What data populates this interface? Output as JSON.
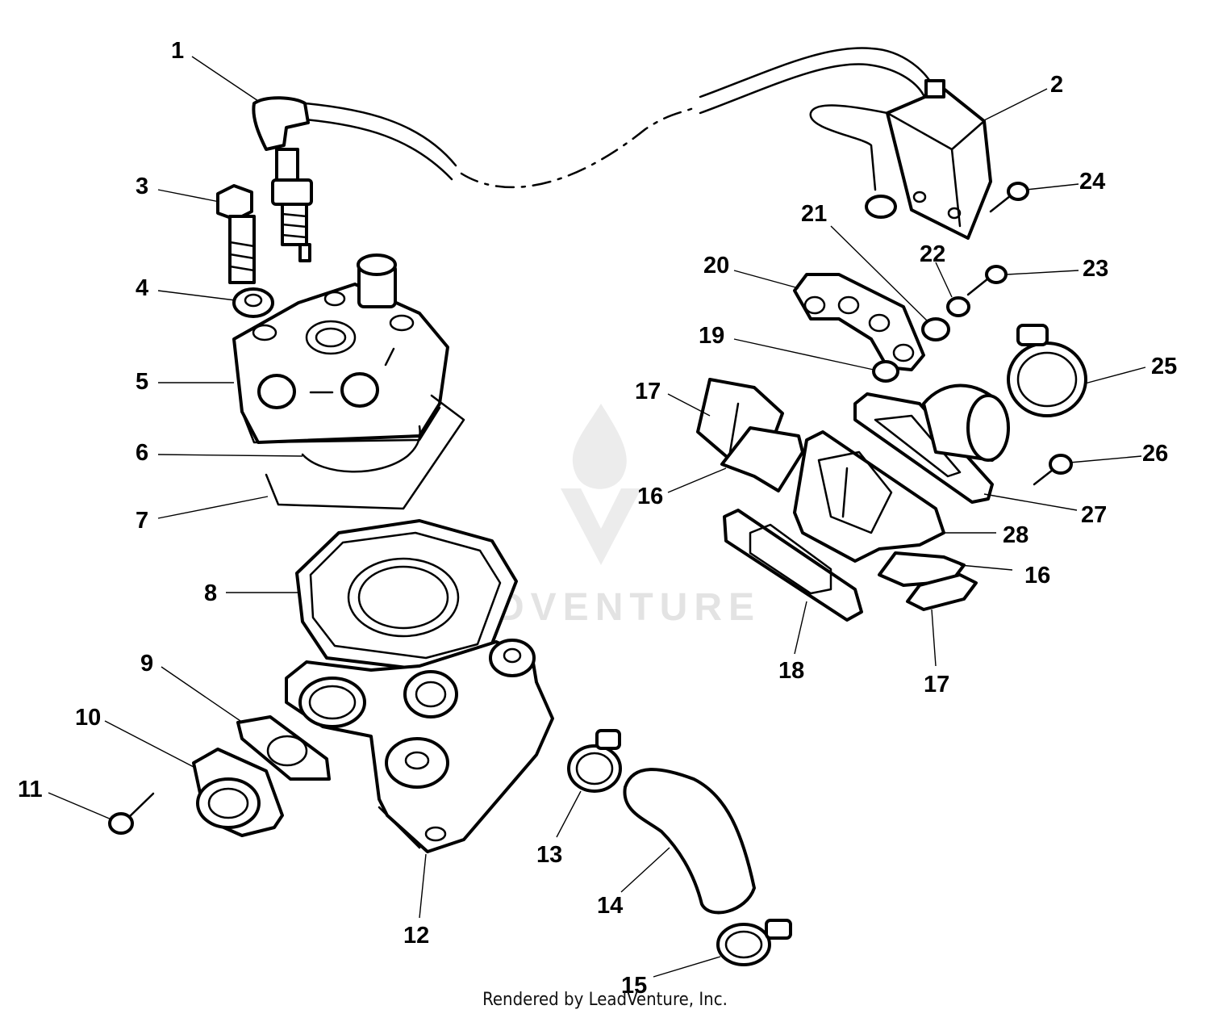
{
  "watermark": {
    "text": "LEADVENTURE"
  },
  "credit": "Rendered by LeadVenture, Inc.",
  "callouts": [
    {
      "id": "c1",
      "label": "1"
    },
    {
      "id": "c2",
      "label": "2"
    },
    {
      "id": "c3",
      "label": "3"
    },
    {
      "id": "c4",
      "label": "4"
    },
    {
      "id": "c5",
      "label": "5"
    },
    {
      "id": "c6",
      "label": "6"
    },
    {
      "id": "c7",
      "label": "7"
    },
    {
      "id": "c8",
      "label": "8"
    },
    {
      "id": "c9",
      "label": "9"
    },
    {
      "id": "c10",
      "label": "10"
    },
    {
      "id": "c11",
      "label": "11"
    },
    {
      "id": "c12",
      "label": "12"
    },
    {
      "id": "c13",
      "label": "13"
    },
    {
      "id": "c14",
      "label": "14"
    },
    {
      "id": "c15",
      "label": "15"
    },
    {
      "id": "c16a",
      "label": "16"
    },
    {
      "id": "c16b",
      "label": "16"
    },
    {
      "id": "c17a",
      "label": "17"
    },
    {
      "id": "c17b",
      "label": "17"
    },
    {
      "id": "c18",
      "label": "18"
    },
    {
      "id": "c19",
      "label": "19"
    },
    {
      "id": "c20",
      "label": "20"
    },
    {
      "id": "c21",
      "label": "21"
    },
    {
      "id": "c22",
      "label": "22"
    },
    {
      "id": "c23",
      "label": "23"
    },
    {
      "id": "c24",
      "label": "24"
    },
    {
      "id": "c25",
      "label": "25"
    },
    {
      "id": "c26",
      "label": "26"
    },
    {
      "id": "c27",
      "label": "27"
    },
    {
      "id": "c28",
      "label": "28"
    }
  ]
}
